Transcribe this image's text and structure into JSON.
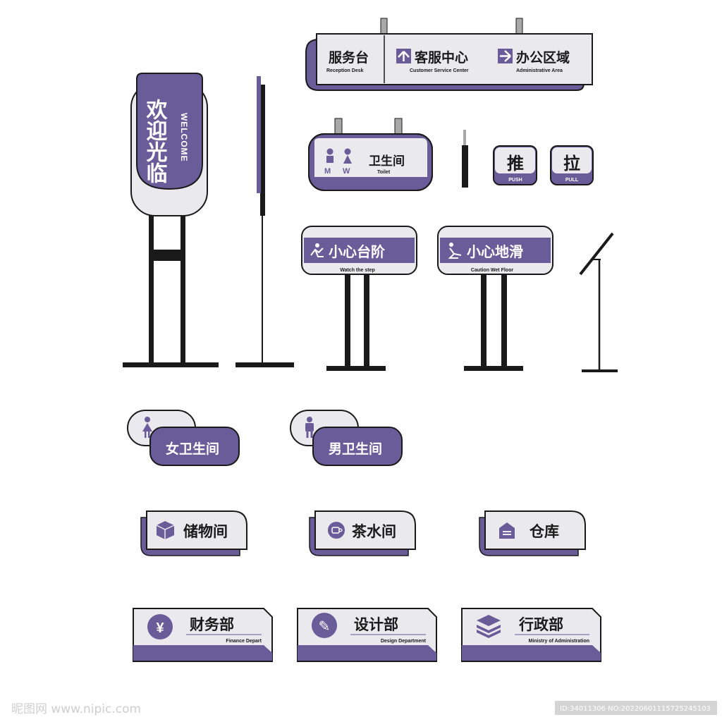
{
  "colors": {
    "purple": "#6a5b99",
    "light": "#e9e9ee",
    "stroke": "#1a1a1a",
    "white": "#ffffff",
    "gray": "#9a9a9a"
  },
  "hanging_sign": {
    "items": [
      {
        "cn": "服务台",
        "en": "Reception Desk",
        "icon": ""
      },
      {
        "cn": "客服中心",
        "en": "Customer Service Center",
        "icon": "arrow-up-icon"
      },
      {
        "cn": "办公区域",
        "en": "Administrative Area",
        "icon": "arrow-right-icon"
      }
    ]
  },
  "welcome_sign": {
    "cn": "欢迎光临",
    "en": "WELCOME"
  },
  "toilet_sign": {
    "m": "M",
    "w": "W",
    "cn": "卫生间",
    "en": "Toilet"
  },
  "door_signs": [
    {
      "cn": "推",
      "en": "PUSH"
    },
    {
      "cn": "拉",
      "en": "PULL"
    }
  ],
  "stand_signs": [
    {
      "cn": "小心台阶",
      "en": "Watch the step",
      "icon": "falling-person-icon"
    },
    {
      "cn": "小心地滑",
      "en": "Caution Wet Floor",
      "icon": "slipping-person-icon"
    }
  ],
  "restroom_signs": [
    {
      "cn": "女卫生间",
      "icon": "woman-icon"
    },
    {
      "cn": "男卫生间",
      "icon": "man-icon"
    }
  ],
  "room_signs": [
    {
      "cn": "储物间",
      "icon": "box-icon"
    },
    {
      "cn": "茶水间",
      "icon": "cup-icon"
    },
    {
      "cn": "仓库",
      "icon": "warehouse-icon"
    }
  ],
  "dept_signs": [
    {
      "cn": "财务部",
      "en": "Finance Depart",
      "icon": "yuan-icon",
      "glyph": "¥"
    },
    {
      "cn": "设计部",
      "en": "Design Department",
      "icon": "pencil-icon",
      "glyph": "✎"
    },
    {
      "cn": "行政部",
      "en": "Ministry of Administration",
      "icon": "layers-icon",
      "glyph": ""
    }
  ],
  "watermark": {
    "left": "昵图网 www.nipic.com",
    "right": "ID:34011306 NO:20220601115725245103"
  }
}
